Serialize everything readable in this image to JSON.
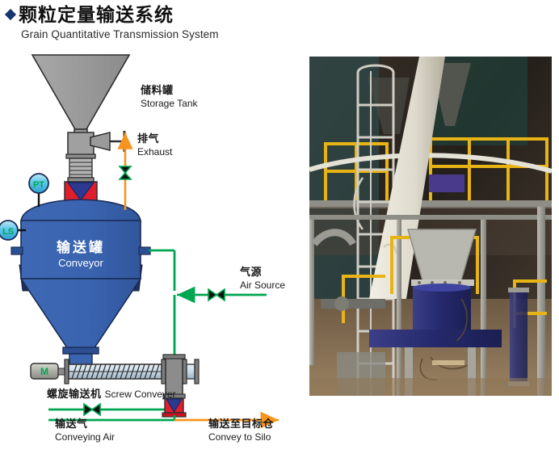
{
  "header": {
    "title_cn": "颗粒定量输送系统",
    "title_en": "Grain Quantitative Transmission System",
    "bullet": "diamond-bullet"
  },
  "diagram": {
    "labels": {
      "storage_tank": {
        "cn": "储料罐",
        "en": "Storage Tank"
      },
      "exhaust": {
        "cn": "排气",
        "en": "Exhaust"
      },
      "conveyor": {
        "cn": "输送罐",
        "en": "Conveyor"
      },
      "air_source": {
        "cn": "气源",
        "en": "Air Source"
      },
      "screw_conveyor": {
        "cn": "螺旋输送机",
        "en": "Screw Conveyer"
      },
      "conveying_air": {
        "cn": "输送气",
        "en": "Conveying Air"
      },
      "convey_to_silo": {
        "cn": "输送至目标仓",
        "en": "Convey to Silo"
      }
    },
    "instruments": [
      {
        "tag": "PT",
        "name": "pressure-transmitter"
      },
      {
        "tag": "LS",
        "name": "level-switch"
      }
    ],
    "motor_tag": "M",
    "colors": {
      "vessel_blue": "#3a64b0",
      "vessel_blue_dark": "#2c4f93",
      "leg_navy": "#1d2e5c",
      "hopper_gray": "#9a9a9a",
      "valve_red": "#e11d2b",
      "valve_blue": "#2b3a8f",
      "pipe_green": "#00a651",
      "pipe_orange": "#f7941e",
      "metal_gray": "#8c8c8c",
      "title_navy": "#15356e"
    }
  },
  "photo": {
    "name": "plant-installation-photo",
    "description": "Industrial grain conveying plant with yellow safety railings, gray steel structure, white chute and blue conveyor vessel"
  }
}
